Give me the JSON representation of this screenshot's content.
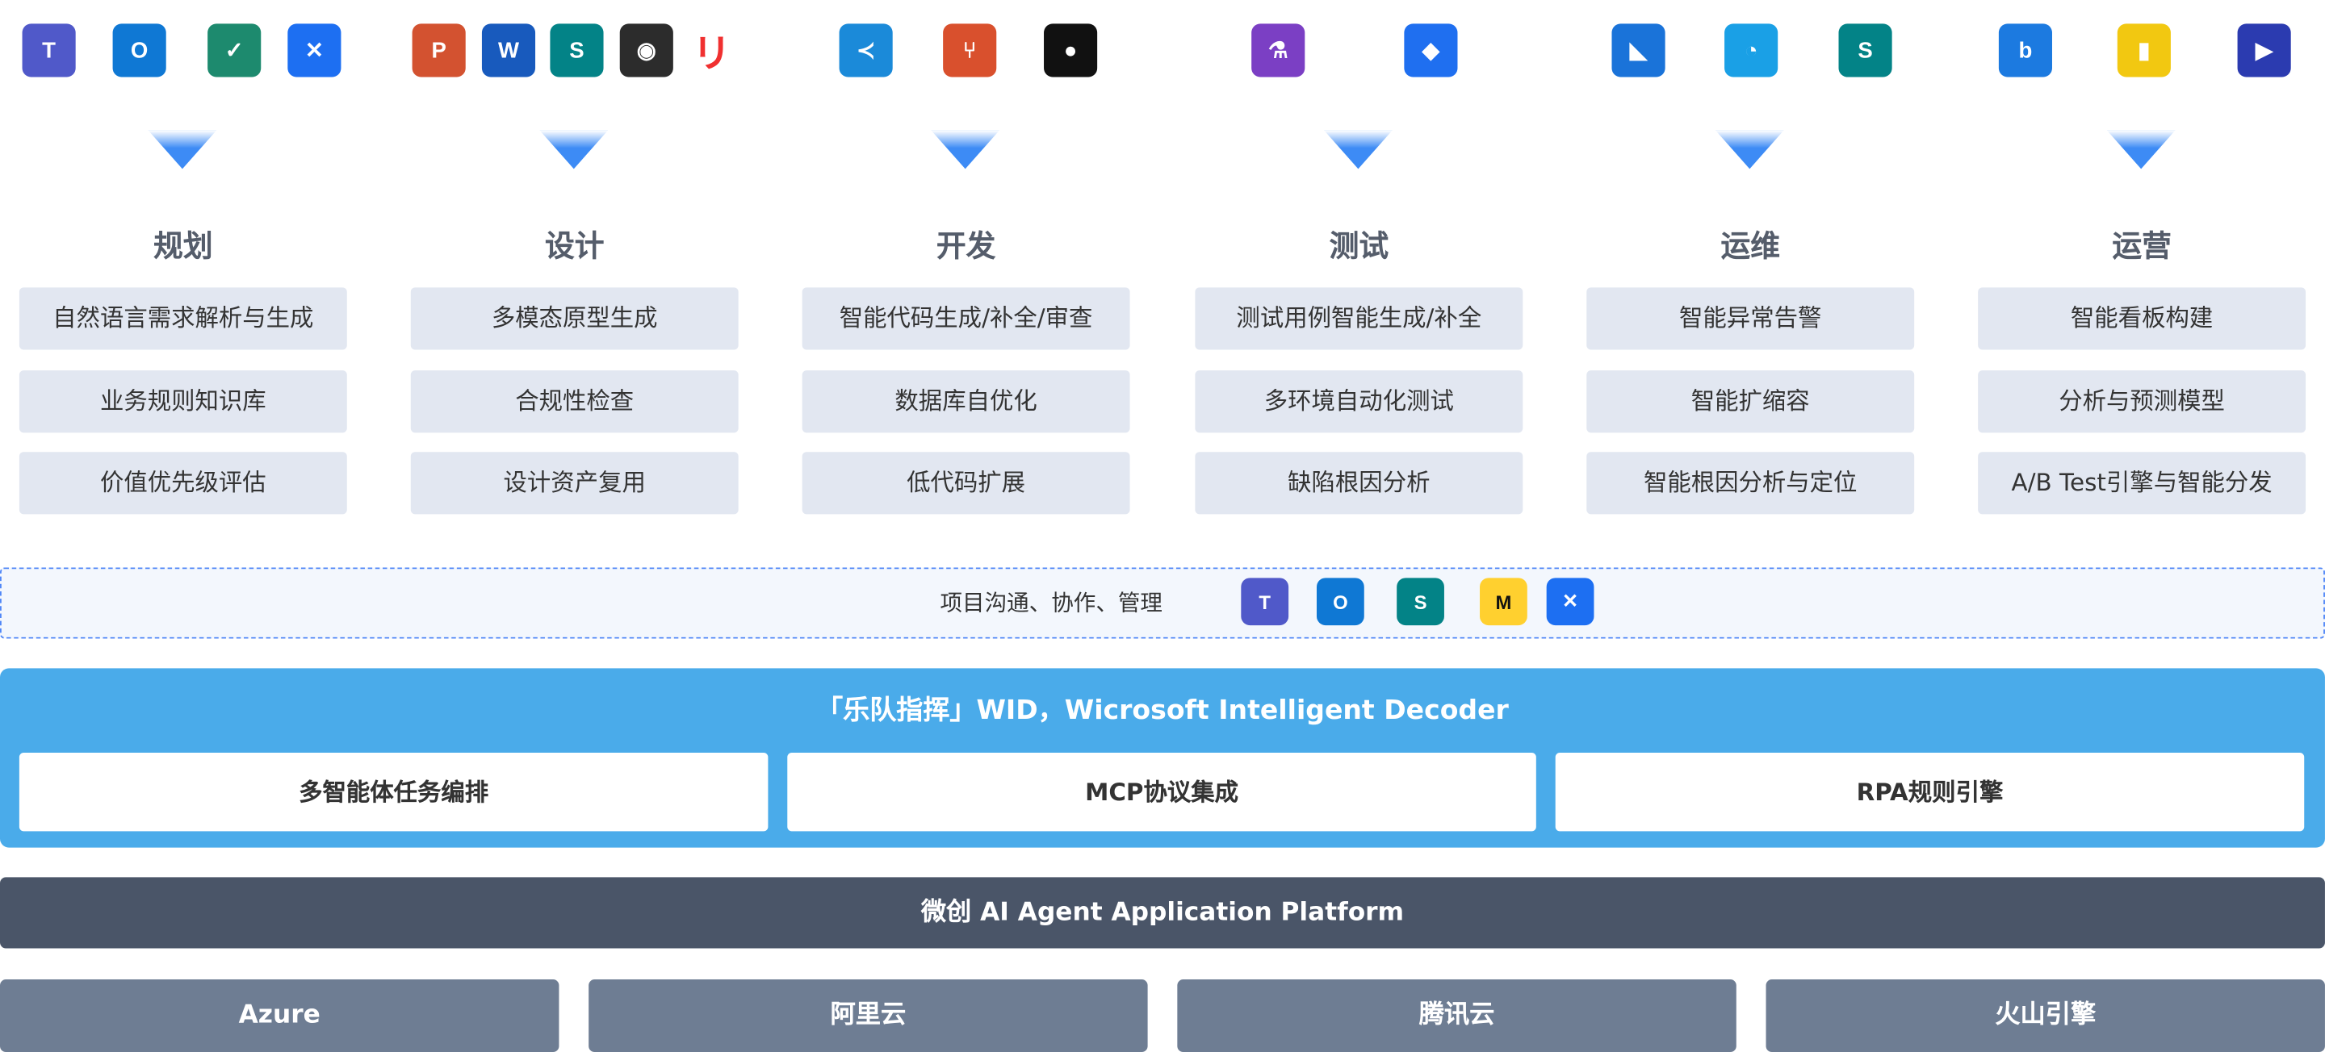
{
  "tool_icons": {
    "planning": [
      {
        "name": "teams-icon",
        "glyph": "T",
        "color": "#5059c9"
      },
      {
        "name": "outlook-icon",
        "glyph": "O",
        "color": "#0f78d4"
      },
      {
        "name": "planner-icon",
        "glyph": "✓",
        "color": "#1d8a6e"
      },
      {
        "name": "confluence-icon",
        "glyph": "✕",
        "color": "#1d6ff2"
      }
    ],
    "design": [
      {
        "name": "powerpoint-icon",
        "glyph": "P",
        "color": "#d35230"
      },
      {
        "name": "word-icon",
        "glyph": "W",
        "color": "#185abd"
      },
      {
        "name": "sharepoint-icon",
        "glyph": "S",
        "color": "#038387"
      },
      {
        "name": "figma-icon",
        "glyph": "◉",
        "color": "#2c2c2c"
      },
      {
        "name": "red-brand-icon",
        "glyph": "リ",
        "color": "#ffffff"
      }
    ],
    "dev": [
      {
        "name": "vscode-icon",
        "glyph": "≺",
        "color": "#1b8ad9"
      },
      {
        "name": "git-icon",
        "glyph": "⑂",
        "color": "#d9502d"
      },
      {
        "name": "github-icon",
        "glyph": "●",
        "color": "#111111"
      }
    ],
    "test": [
      {
        "name": "flask-icon",
        "glyph": "⚗",
        "color": "#7b3fc4"
      },
      {
        "name": "jira-icon",
        "glyph": "◆",
        "color": "#1f6ff0"
      }
    ],
    "ops": [
      {
        "name": "azure-devops-icon",
        "glyph": "◣",
        "color": "#1a73d9"
      },
      {
        "name": "speedometer-icon",
        "glyph": "◔",
        "color": "#1aa0e6"
      },
      {
        "name": "sharepoint-icon",
        "glyph": "S",
        "color": "#038387"
      }
    ],
    "operation": [
      {
        "name": "bing-icon",
        "glyph": "b",
        "color": "#1c7ae0"
      },
      {
        "name": "powerbi-icon",
        "glyph": "▮",
        "color": "#f2c811"
      },
      {
        "name": "dynamics-icon",
        "glyph": "▶",
        "color": "#2b3bb0"
      }
    ]
  },
  "columns": [
    {
      "title": "规划",
      "items": [
        "自然语言需求解析与生成",
        "业务规则知识库",
        "价值优先级评估"
      ]
    },
    {
      "title": "设计",
      "items": [
        "多模态原型生成",
        "合规性检查",
        "设计资产复用"
      ]
    },
    {
      "title": "开发",
      "items": [
        "智能代码生成/补全/审查",
        "数据库自优化",
        "低代码扩展"
      ]
    },
    {
      "title": "测试",
      "items": [
        "测试用例智能生成/补全",
        "多环境自动化测试",
        "缺陷根因分析"
      ]
    },
    {
      "title": "运维",
      "items": [
        "智能异常告警",
        "智能扩缩容",
        "智能根因分析与定位"
      ]
    },
    {
      "title": "运营",
      "items": [
        "智能看板构建",
        "分析与预测模型",
        "A/B Test引擎与智能分发"
      ]
    }
  ],
  "collab": {
    "label": "项目沟通、协作、管理",
    "icons": [
      {
        "name": "teams-icon",
        "glyph": "T",
        "color": "#5059c9"
      },
      {
        "name": "outlook-icon",
        "glyph": "O",
        "color": "#0f78d4"
      },
      {
        "name": "sharepoint-icon",
        "glyph": "S",
        "color": "#038387"
      },
      {
        "name": "miro-icon",
        "glyph": "M",
        "color": "#ffd02f"
      },
      {
        "name": "confluence-icon",
        "glyph": "✕",
        "color": "#1d6ff2"
      }
    ]
  },
  "wid": {
    "title": "「乐队指挥」WID，Wicrosoft Intelligent Decoder",
    "modules": [
      "多智能体任务编排",
      "MCP协议集成",
      "RPA规则引擎"
    ]
  },
  "platform": "微创 AI Agent Application Platform",
  "clouds": [
    "Azure",
    "阿里云",
    "腾讯云",
    "火山引擎"
  ]
}
